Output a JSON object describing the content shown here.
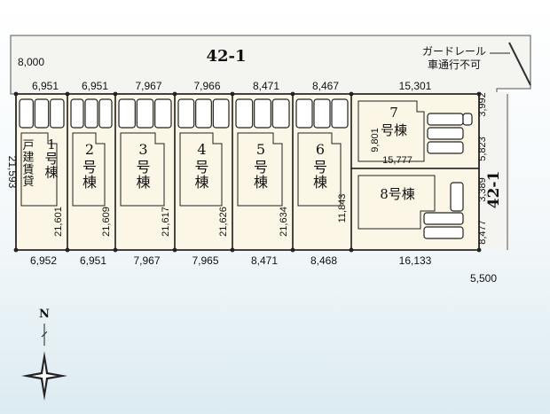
{
  "road_top": {
    "label": "42-1",
    "width": "8,000"
  },
  "road_right": {
    "label": "42-1",
    "width": "5,500"
  },
  "guardrail": {
    "line1": "ガードレール",
    "line2": "車通行不可"
  },
  "north_label": "N",
  "dims_top": [
    "6,951",
    "6,951",
    "7,967",
    "7,966",
    "8,471",
    "8,467",
    "15,301"
  ],
  "dims_bottom": [
    "6,952",
    "6,951",
    "7,967",
    "7,965",
    "8,471",
    "8,468",
    "16,133"
  ],
  "dim_left": "21,593",
  "lots": [
    {
      "label": "1号棟",
      "note": "戸建賃貸",
      "depth": "21,601"
    },
    {
      "label": "2号棟",
      "depth": "21,609"
    },
    {
      "label": "3号棟",
      "depth": "21,617"
    },
    {
      "label": "4号棟",
      "depth": "21,626"
    },
    {
      "label": "5号棟",
      "depth": "21,634"
    },
    {
      "label": "6号棟",
      "depth": "11,843"
    },
    {
      "label": "7号棟",
      "left_side": "9,801",
      "bottom_side": "15,777",
      "right_side_top": "3,992",
      "right_side_bottom": "5,823"
    },
    {
      "label": "8号棟",
      "right_side_top": "3,389",
      "right_side_bottom": "8,477"
    }
  ],
  "colors": {
    "lot_fill": "#fbf6e5",
    "road_fill": "#f4f4f1",
    "line": "#222222"
  }
}
